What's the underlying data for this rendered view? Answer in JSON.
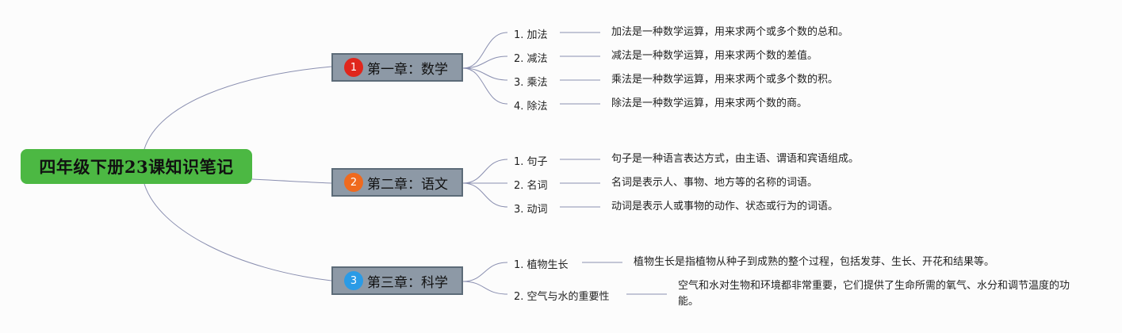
{
  "root": {
    "title": "四年级下册23课知识笔记"
  },
  "chapters": [
    {
      "number": "1",
      "badge_color": "#e0261c",
      "title": "第一章：数学",
      "topics": [
        {
          "label": "1. 加法",
          "desc": "加法是一种数学运算，用来求两个或多个数的总和。"
        },
        {
          "label": "2. 减法",
          "desc": "减法是一种数学运算，用来求两个数的差值。"
        },
        {
          "label": "3. 乘法",
          "desc": "乘法是一种数学运算，用来求两个或多个数的积。"
        },
        {
          "label": "4. 除法",
          "desc": "除法是一种数学运算，用来求两个数的商。"
        }
      ]
    },
    {
      "number": "2",
      "badge_color": "#ef6a1e",
      "title": "第二章：语文",
      "topics": [
        {
          "label": "1. 句子",
          "desc": "句子是一种语言表达方式，由主语、谓语和宾语组成。"
        },
        {
          "label": "2. 名词",
          "desc": "名词是表示人、事物、地方等的名称的词语。"
        },
        {
          "label": "3. 动词",
          "desc": "动词是表示人或事物的动作、状态或行为的词语。"
        }
      ]
    },
    {
      "number": "3",
      "badge_color": "#2a9be6",
      "title": "第三章：科学",
      "topics": [
        {
          "label": "1. 植物生长",
          "desc": "植物生长是指植物从种子到成熟的整个过程，包括发芽、生长、开花和结果等。"
        },
        {
          "label": "2. 空气与水的重要性",
          "desc": "空气和水对生物和环境都非常重要，它们提供了生命所需的氧气、水分和调节温度的功能。"
        }
      ]
    }
  ],
  "colors": {
    "root_fill": "#4cb843",
    "chapter_fill": "#8d99a6",
    "connector": "#8a8fb0"
  }
}
